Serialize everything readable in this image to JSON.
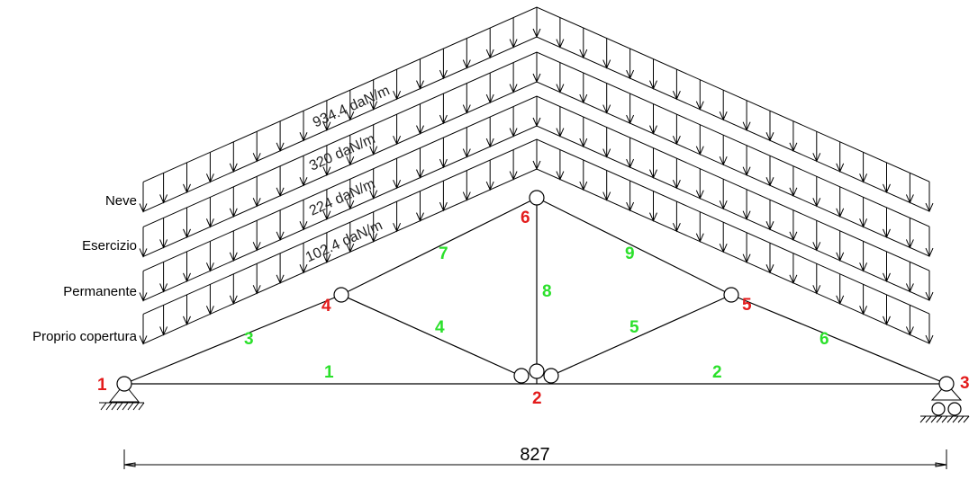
{
  "load_bands": [
    {
      "name": "Neve",
      "value_label": "934.4 daN/m"
    },
    {
      "name": "Esercizio",
      "value_label": "320 daN/m"
    },
    {
      "name": "Permanente",
      "value_label": "224 daN/m"
    },
    {
      "name": "Proprio copertura",
      "value_label": "102.4 daN/m"
    }
  ],
  "nodes": [
    "1",
    "2",
    "3",
    "4",
    "5",
    "6"
  ],
  "members": [
    "1",
    "2",
    "3",
    "4",
    "5",
    "6",
    "7",
    "8",
    "9"
  ],
  "span_dimension": "827",
  "colors": {
    "node_numbers": "#e31c1c",
    "member_numbers": "#2be02b",
    "lines": "#000000"
  }
}
